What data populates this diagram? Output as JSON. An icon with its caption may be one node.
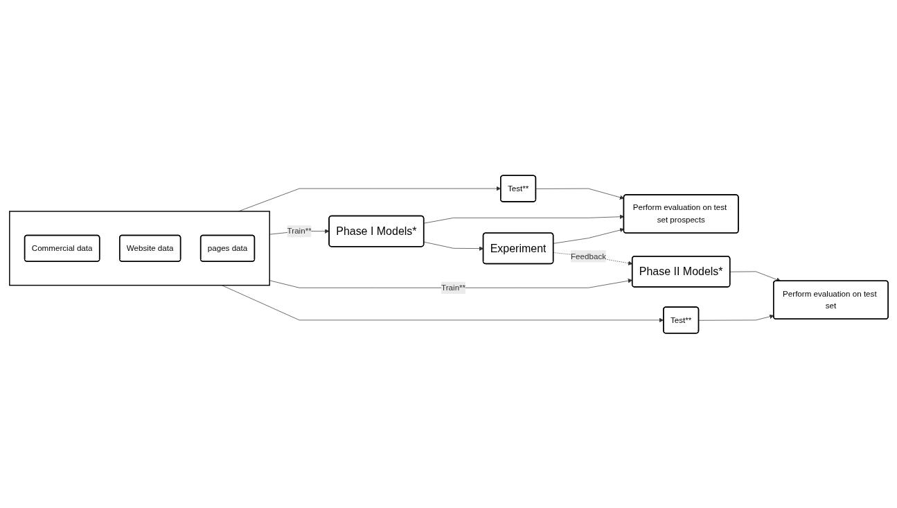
{
  "diagram": {
    "nodes": [
      {
        "text": [],
        "shape": "box"
      },
      {
        "text": [
          "Commercial data"
        ],
        "in": 0
      },
      {
        "text": [
          "Website data"
        ],
        "in": 0
      },
      {
        "text": [
          "pages data"
        ],
        "in": 0
      },
      {
        "text": [
          "Phase I Models*"
        ]
      },
      {
        "text": [
          "Test**"
        ]
      },
      {
        "text": [
          "Perform evaluation on test set prospects"
        ]
      },
      {
        "text": [
          "Experiment"
        ]
      },
      {
        "text": [
          "Phase II Models*"
        ]
      },
      {
        "text": [
          "Test**"
        ]
      },
      {
        "text": [
          "Perform evaluation on test set"
        ]
      }
    ],
    "edges": [
      {
        "from": 0,
        "to": 4,
        "arrow": "to",
        "label": "Train**"
      },
      {
        "from": 0,
        "to": 5,
        "arrow": "to"
      },
      {
        "from": 5,
        "to": 6,
        "arrow": "to"
      },
      {
        "from": 4,
        "to": 6,
        "arrow": "to"
      },
      {
        "from": 4,
        "to": 7,
        "arrow": "to"
      },
      {
        "from": 7,
        "to": 6,
        "arrow": "to"
      },
      {
        "from": 0,
        "to": 8,
        "arrow": "to",
        "label": "Train**"
      },
      {
        "from": 7,
        "to": 8,
        "arrow": "to",
        "label": "Feedback",
        "style": "dashed"
      },
      {
        "from": 8,
        "to": 10,
        "arrow": "to"
      },
      {
        "from": 0,
        "to": 9,
        "arrow": "to"
      },
      {
        "from": 9,
        "to": 10,
        "arrow": "to"
      }
    ]
  }
}
